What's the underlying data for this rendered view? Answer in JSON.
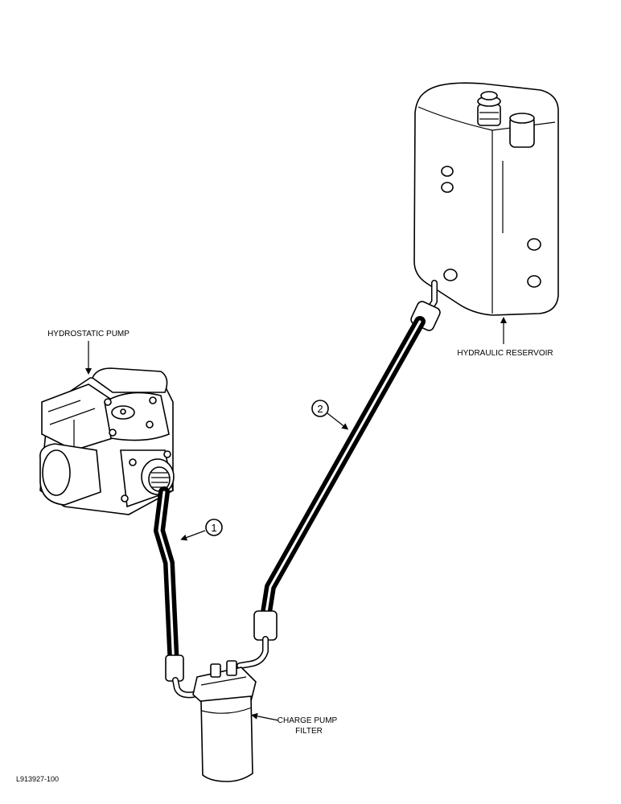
{
  "labels": {
    "hydrostatic_pump": "HYDROSTATIC PUMP",
    "hydraulic_reservoir": "HYDRAULIC RESERVOIR",
    "charge_pump_filter_line1": "CHARGE PUMP",
    "charge_pump_filter_line2": "FILTER",
    "figure_id": "L913927-100"
  },
  "callouts": {
    "hose_1": "1",
    "hose_2": "2"
  }
}
